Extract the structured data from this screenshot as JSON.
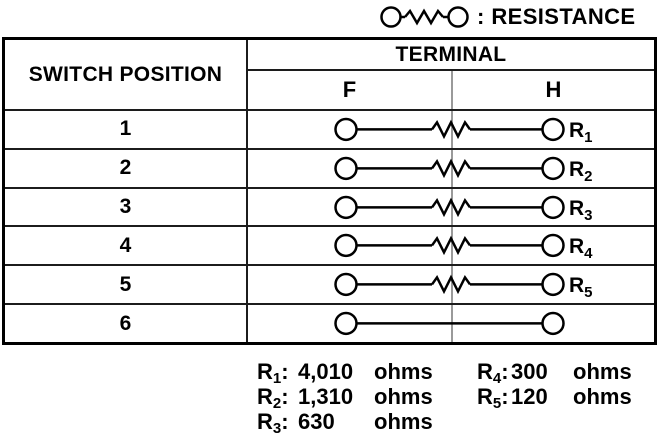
{
  "legend": {
    "colon": ":",
    "label": "RESISTANCE"
  },
  "table": {
    "switch_header": "SWITCH POSITION",
    "terminal_header": "TERMINAL",
    "f_header": "F",
    "h_header": "H",
    "rows": [
      {
        "position": "1",
        "connection": "resistor",
        "label": "R",
        "sub": "1"
      },
      {
        "position": "2",
        "connection": "resistor",
        "label": "R",
        "sub": "2"
      },
      {
        "position": "3",
        "connection": "resistor",
        "label": "R",
        "sub": "3"
      },
      {
        "position": "4",
        "connection": "resistor",
        "label": "R",
        "sub": "4"
      },
      {
        "position": "5",
        "connection": "resistor",
        "label": "R",
        "sub": "5"
      },
      {
        "position": "6",
        "connection": "direct",
        "label": "",
        "sub": ""
      }
    ]
  },
  "values": {
    "left": [
      {
        "label": "R",
        "sub": "1",
        "colon": ":",
        "value": "4,010",
        "unit": "ohms"
      },
      {
        "label": "R",
        "sub": "2",
        "colon": ":",
        "value": "1,310",
        "unit": "ohms"
      },
      {
        "label": "R",
        "sub": "3",
        "colon": ":",
        "value": "630",
        "unit": "ohms"
      }
    ],
    "right": [
      {
        "label": "R",
        "sub": "4",
        "colon": ":",
        "value": "300",
        "unit": "ohms"
      },
      {
        "label": "R",
        "sub": "5",
        "colon": ":",
        "value": "120",
        "unit": "ohms"
      }
    ]
  },
  "colors": {
    "ink": "#000000",
    "paper": "#ffffff",
    "grid_light": "#9a9a9a"
  }
}
